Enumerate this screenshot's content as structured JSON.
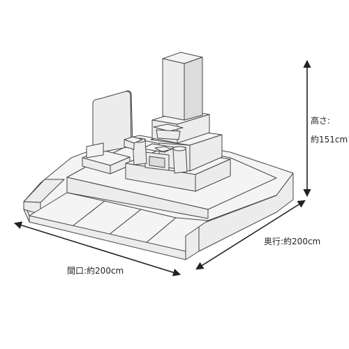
{
  "dimensions": {
    "height_title": "高さ:",
    "height_value": "約151cm",
    "depth": "奥行:約200cm",
    "width": "間口:約200cm"
  },
  "colors": {
    "stone_fill": "#ececec",
    "stone_fill_light": "#f4f4f4",
    "outline": "#444444",
    "arrow": "#222222"
  }
}
